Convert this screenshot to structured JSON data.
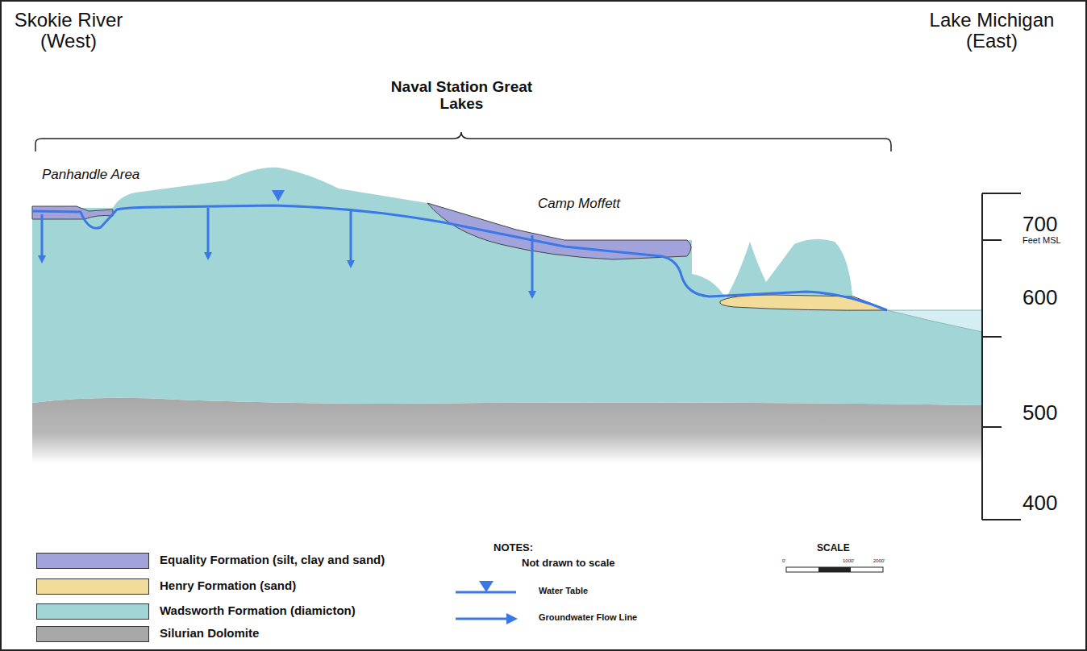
{
  "diagram": {
    "labels": [
      "Skokie River (West)",
      "Naval Station Great Lakes",
      "Lake Michigan (East)",
      "Panhandle Area",
      "Camp Moffett",
      "700",
      "Feet MSL",
      "600",
      "500",
      "400",
      "NOTES:",
      "Not drawn to scale",
      "SCALE",
      "0'",
      "1000'",
      "2000'"
    ],
    "legend": [
      {
        "text": "Equality Formation (silt, clay and sand)",
        "color": "#a3a3dc"
      },
      {
        "text": "Henry Formation (sand)",
        "color": "#f3dc9a"
      },
      {
        "text": "Wadsworth Formation (diamicton)",
        "color": "#a2d5d5"
      },
      {
        "text": "Silurian Dolomite",
        "color": "#a8a8a8"
      },
      {
        "text": "Water Table"
      },
      {
        "text": "Groundwater Flow Line"
      }
    ]
  }
}
